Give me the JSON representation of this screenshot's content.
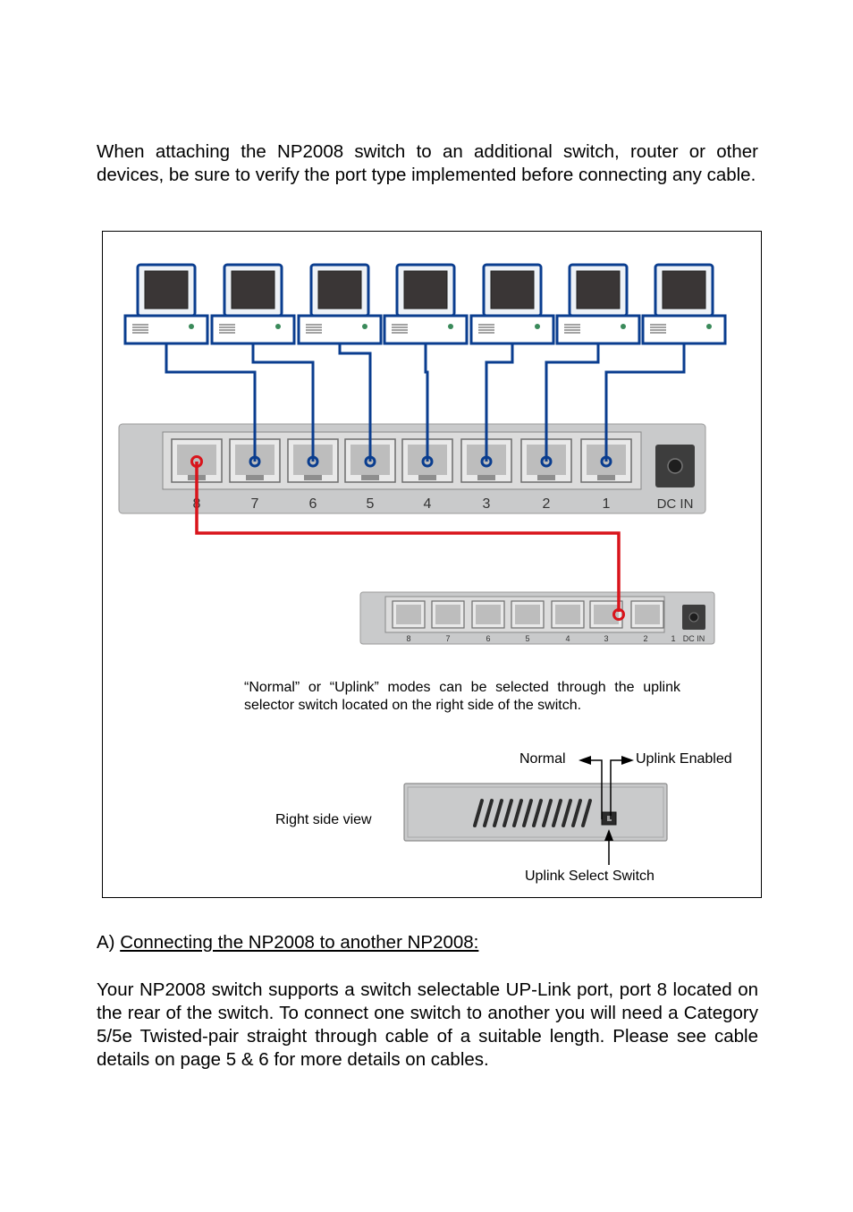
{
  "intro": "When attaching the NP2008 switch to an additional switch, router or other devices, be sure to verify the port type implemented before connecting any cable.",
  "figure": {
    "main_switch_ports": [
      "8",
      "7",
      "6",
      "5",
      "4",
      "3",
      "2",
      "1"
    ],
    "main_switch_dc_label": "DC IN",
    "small_switch_ports": [
      "8",
      "7",
      "6",
      "5",
      "4",
      "3",
      "2",
      "1"
    ],
    "small_switch_dc_label": "DC IN",
    "caption_modes": "“Normal” or “Uplink” modes can be selected through the uplink selector switch located on the right side of the switch.",
    "label_normal": "Normal",
    "label_uplink": "Uplink Enabled",
    "label_right_view": "Right side view",
    "label_select_switch": "Uplink Select Switch",
    "colors": {
      "lan_cable": "#0a3d8f",
      "uplink_cable": "#d9141b",
      "switch_body": "#c9cacb"
    }
  },
  "section": {
    "prefix": "A) ",
    "title": "Connecting the NP2008 to another NP2008:"
  },
  "body": "Your NP2008 switch supports a switch selectable UP-Link port, port 8 located on the rear of the switch. To connect one switch to another you will need a Category 5/5e Twisted-pair straight through cable of a suitable length. Please see cable details on page 5 & 6 for more details on cables."
}
